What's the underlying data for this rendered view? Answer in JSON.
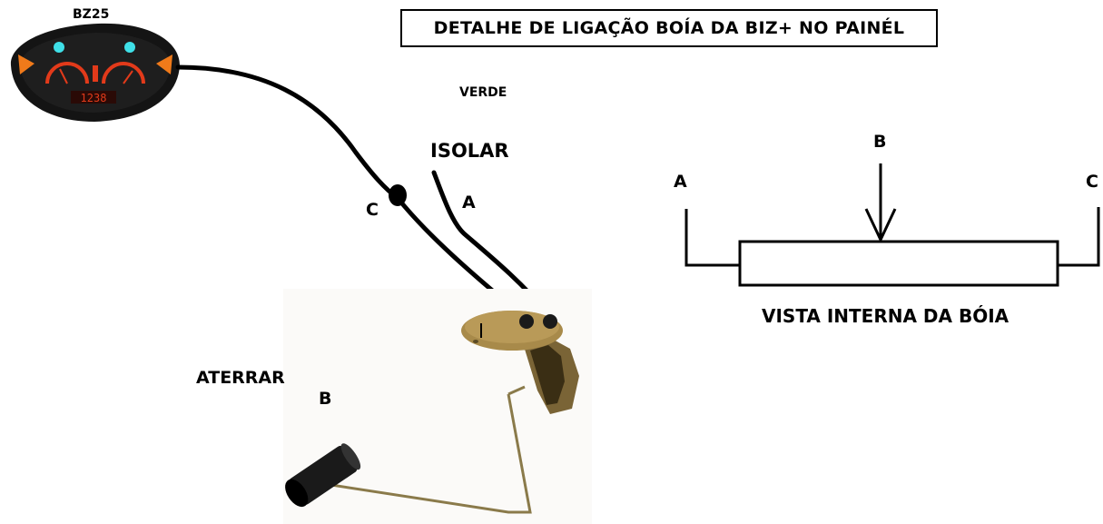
{
  "title": "DETALHE DE LIGAÇÃO BOÍA DA BIZ+ NO PAINÉL",
  "panel": {
    "model": "BZ25",
    "odometer": "1238"
  },
  "labels": {
    "verde": "VERDE",
    "isolar": "ISOLAR",
    "wire_a": "A",
    "wire_c": "C",
    "aterrar": "ATERRAR",
    "wire_b": "B"
  },
  "internal_view": {
    "caption": "VISTA INTERNA DA BÓIA",
    "terminal_a": "A",
    "terminal_b": "B",
    "terminal_c": "C"
  },
  "colors": {
    "wire": "#000000",
    "panel_body": "#141414",
    "panel_red": "#e23a1a",
    "panel_cyan": "#3fe0e8",
    "panel_orange": "#f07a1a",
    "sensor_brass": "#a88a4a",
    "float_black": "#1a1a1a"
  }
}
